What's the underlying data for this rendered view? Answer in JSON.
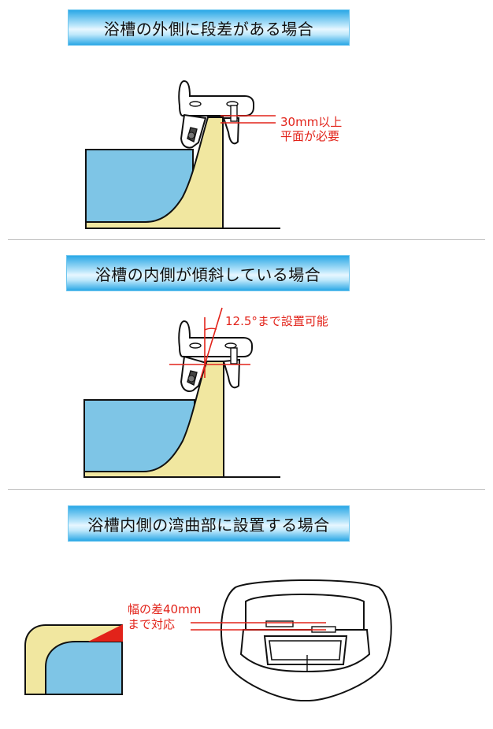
{
  "sections": [
    {
      "title": "浴槽の外側に段差がある場合",
      "annotation_lines": [
        "30mm以上",
        "平面が必要"
      ]
    },
    {
      "title": "浴槽の内側が傾斜している場合",
      "annotation_lines": [
        "12.5°まで設置可能"
      ]
    },
    {
      "title": "浴槽内側の湾曲部に設置する場合",
      "annotation_lines": [
        "幅の差40mm",
        "まで対応"
      ]
    }
  ],
  "colors": {
    "water": "#7ec5e6",
    "tub_wall": "#f1e7a0",
    "annotation": "#e2231a",
    "banner_edge": "#2ba8e6"
  }
}
